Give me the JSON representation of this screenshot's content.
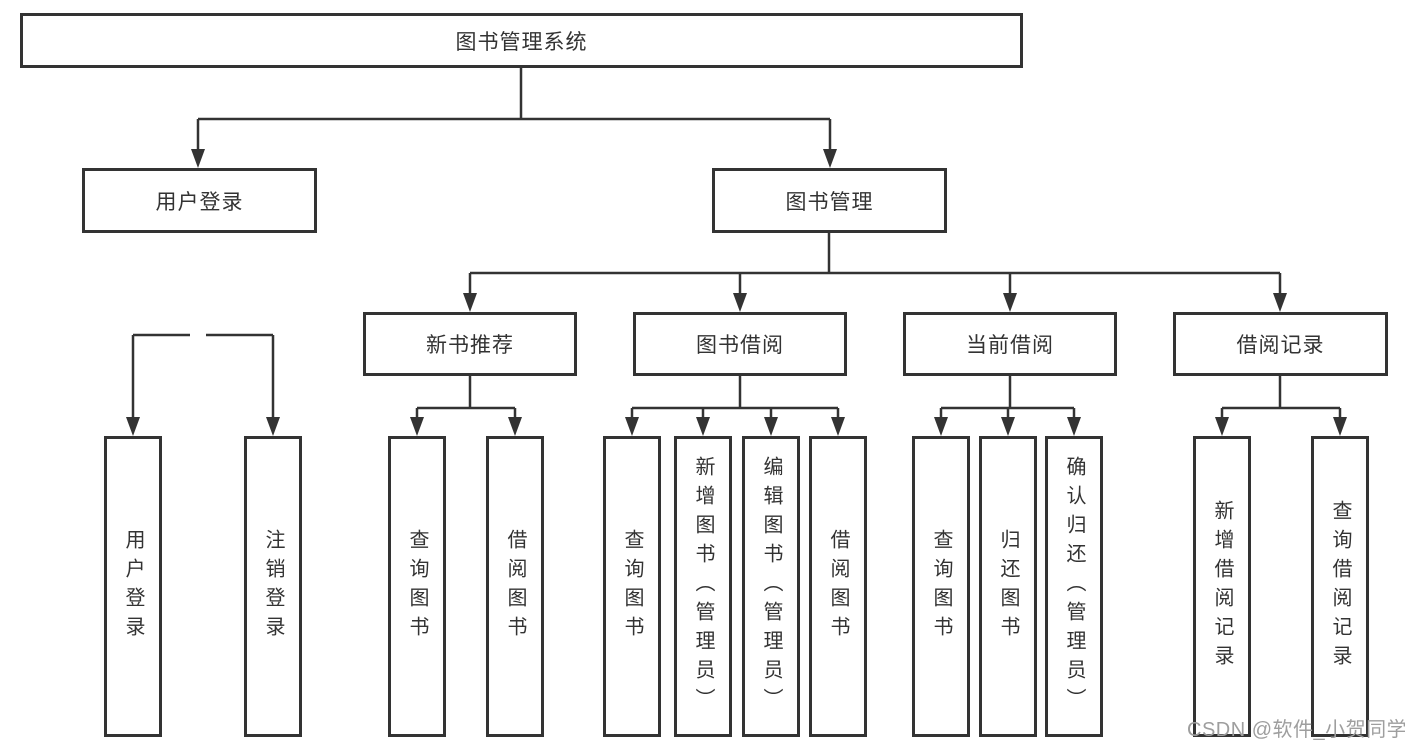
{
  "root": {
    "label": "图书管理系统"
  },
  "level2": [
    {
      "label": "用户登录"
    },
    {
      "label": "图书管理"
    }
  ],
  "level3": [
    {
      "label": "新书推荐",
      "parent": "图书管理"
    },
    {
      "label": "图书借阅",
      "parent": "图书管理"
    },
    {
      "label": "当前借阅",
      "parent": "图书管理"
    },
    {
      "label": "借阅记录",
      "parent": "图书管理"
    }
  ],
  "leaves": [
    {
      "label": "用户登录",
      "parent": "用户登录"
    },
    {
      "label": "注销登录",
      "parent": "用户登录"
    },
    {
      "label": "查询图书",
      "parent": "新书推荐"
    },
    {
      "label": "借阅图书",
      "parent": "新书推荐"
    },
    {
      "label": "查询图书",
      "parent": "图书借阅"
    },
    {
      "label": "新增图书（管理员）",
      "parent": "图书借阅"
    },
    {
      "label": "编辑图书（管理员）",
      "parent": "图书借阅"
    },
    {
      "label": "借阅图书",
      "parent": "图书借阅"
    },
    {
      "label": "查询图书",
      "parent": "当前借阅"
    },
    {
      "label": "归还图书",
      "parent": "当前借阅"
    },
    {
      "label": "确认归还（管理员）",
      "parent": "当前借阅"
    },
    {
      "label": "新增借阅记录",
      "parent": "借阅记录"
    },
    {
      "label": "查询借阅记录",
      "parent": "借阅记录"
    }
  ],
  "watermark": "CSDN @软件_小贺同学",
  "colors": {
    "line": "#333333",
    "text": "#333333",
    "background": "#ffffff",
    "watermark": "#9e9e9e"
  }
}
